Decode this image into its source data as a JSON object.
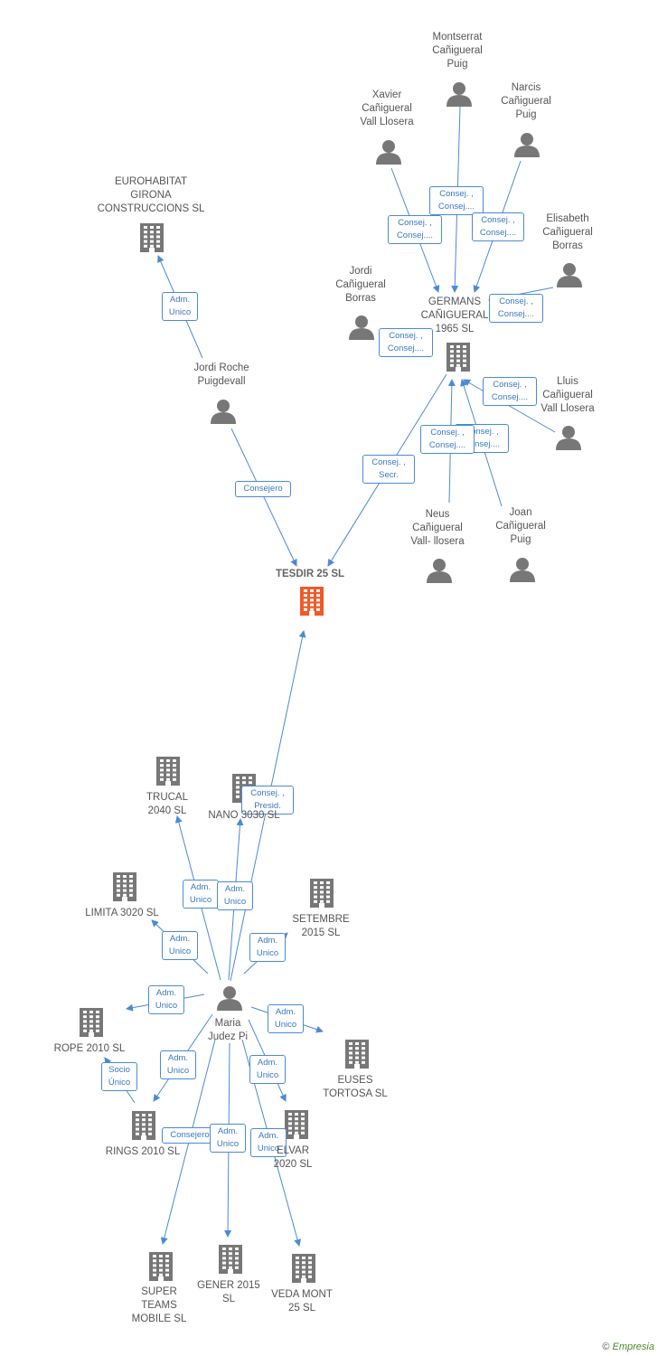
{
  "colors": {
    "edge": "#4a8ad6",
    "node": "#777777",
    "focus": "#f05a28"
  },
  "nodes": [
    {
      "id": "tesdir",
      "type": "company",
      "main": true,
      "label": "TESDIR 25  SL"
    },
    {
      "id": "eurohabitat",
      "type": "company",
      "label": "EUROHABITAT\nGIRONA\nCONSTRUCCIONS SL"
    },
    {
      "id": "jordi_roche",
      "type": "person",
      "label": "Jordi Roche\nPuigdevall"
    },
    {
      "id": "germans",
      "type": "company",
      "label": "GERMANS\nCAÑIGUERAL\n1965  SL"
    },
    {
      "id": "montserrat",
      "type": "person",
      "label": "Montserrat\nCañigueral\nPuig"
    },
    {
      "id": "xavier",
      "type": "person",
      "label": "Xavier\nCañigueral\nVall Llosera"
    },
    {
      "id": "narcis",
      "type": "person",
      "label": "Narcis\nCañigueral\nPuig"
    },
    {
      "id": "elisabeth",
      "type": "person",
      "label": "Elisabeth\nCañigueral\nBorras"
    },
    {
      "id": "jordi_c",
      "type": "person",
      "label": "Jordi\nCañigueral\nBorras"
    },
    {
      "id": "lluis",
      "type": "person",
      "label": "Lluis\nCañigueral\nVall Llosera"
    },
    {
      "id": "neus",
      "type": "person",
      "label": "Neus\nCañigueral\nVall- llosera"
    },
    {
      "id": "joan",
      "type": "person",
      "label": "Joan\nCañigueral\nPuig"
    },
    {
      "id": "maria",
      "type": "person",
      "label": "Maria\nJudez Pi"
    },
    {
      "id": "trucal",
      "type": "company",
      "label": "TRUCAL\n2040 SL"
    },
    {
      "id": "nano",
      "type": "company",
      "label": "NANO 3030 SL"
    },
    {
      "id": "limita",
      "type": "company",
      "label": "LIMITA 3020 SL"
    },
    {
      "id": "setembre",
      "type": "company",
      "label": "SETEMBRE\n2015  SL"
    },
    {
      "id": "rope",
      "type": "company",
      "label": "ROPE 2010  SL"
    },
    {
      "id": "euses",
      "type": "company",
      "label": "EUSES\nTORTOSA SL"
    },
    {
      "id": "rings",
      "type": "company",
      "label": "RINGS 2010 SL"
    },
    {
      "id": "elvar",
      "type": "company",
      "label": "ELVAR\n2020 SL"
    },
    {
      "id": "super",
      "type": "company",
      "label": "SUPER\nTEAMS\nMOBILE  SL"
    },
    {
      "id": "gener",
      "type": "company",
      "label": "GENER 2015\nSL"
    },
    {
      "id": "veda",
      "type": "company",
      "label": "VEDA MONT\n25  SL"
    }
  ],
  "edges": [
    {
      "from": "jordi_roche",
      "to": "eurohabitat",
      "label": "Adm.\nUnico"
    },
    {
      "from": "jordi_roche",
      "to": "tesdir",
      "label": "Consejero"
    },
    {
      "from": "germans",
      "to": "tesdir",
      "label": "Consej. ,\nSecr."
    },
    {
      "from": "montserrat",
      "to": "germans",
      "label": "Consej. ,\nConsej...."
    },
    {
      "from": "xavier",
      "to": "germans",
      "label": "Consej. ,\nConsej...."
    },
    {
      "from": "narcis",
      "to": "germans",
      "label": "Consej. ,\nConsej...."
    },
    {
      "from": "elisabeth",
      "to": "germans",
      "label": "Consej. ,\nConsej...."
    },
    {
      "from": "jordi_c",
      "to": "germans",
      "label": "Consej. ,\nConsej...."
    },
    {
      "from": "lluis",
      "to": "germans",
      "label": "Consej. ,\nConsej...."
    },
    {
      "from": "joan",
      "to": "germans",
      "label": "Consej. ,\nConsej...."
    },
    {
      "from": "neus",
      "to": "germans",
      "label": "Consej. ,\nConsej...."
    },
    {
      "from": "maria",
      "to": "tesdir",
      "label": "Consej. ,\nPresid."
    },
    {
      "from": "maria",
      "to": "trucal",
      "label": "Adm.\nUnico"
    },
    {
      "from": "maria",
      "to": "nano",
      "label": "Adm.\nUnico"
    },
    {
      "from": "maria",
      "to": "limita",
      "label": "Adm.\nUnico"
    },
    {
      "from": "maria",
      "to": "setembre",
      "label": "Adm.\nUnico"
    },
    {
      "from": "maria",
      "to": "rope",
      "label": "Adm.\nUnico"
    },
    {
      "from": "maria",
      "to": "euses",
      "label": "Adm.\nUnico"
    },
    {
      "from": "maria",
      "to": "rings",
      "label": "Adm.\nUnico"
    },
    {
      "from": "maria",
      "to": "elvar",
      "label": "Adm.\nUnico"
    },
    {
      "from": "maria",
      "to": "super",
      "label": "Consejero"
    },
    {
      "from": "maria",
      "to": "gener",
      "label": "Adm.\nUnico"
    },
    {
      "from": "maria",
      "to": "veda",
      "label": "Adm.\nUnico"
    },
    {
      "from": "rings",
      "to": "rope",
      "label": "Socio\nÚnico"
    }
  ],
  "footer": {
    "copyright": "©",
    "brand": "Empresia"
  }
}
